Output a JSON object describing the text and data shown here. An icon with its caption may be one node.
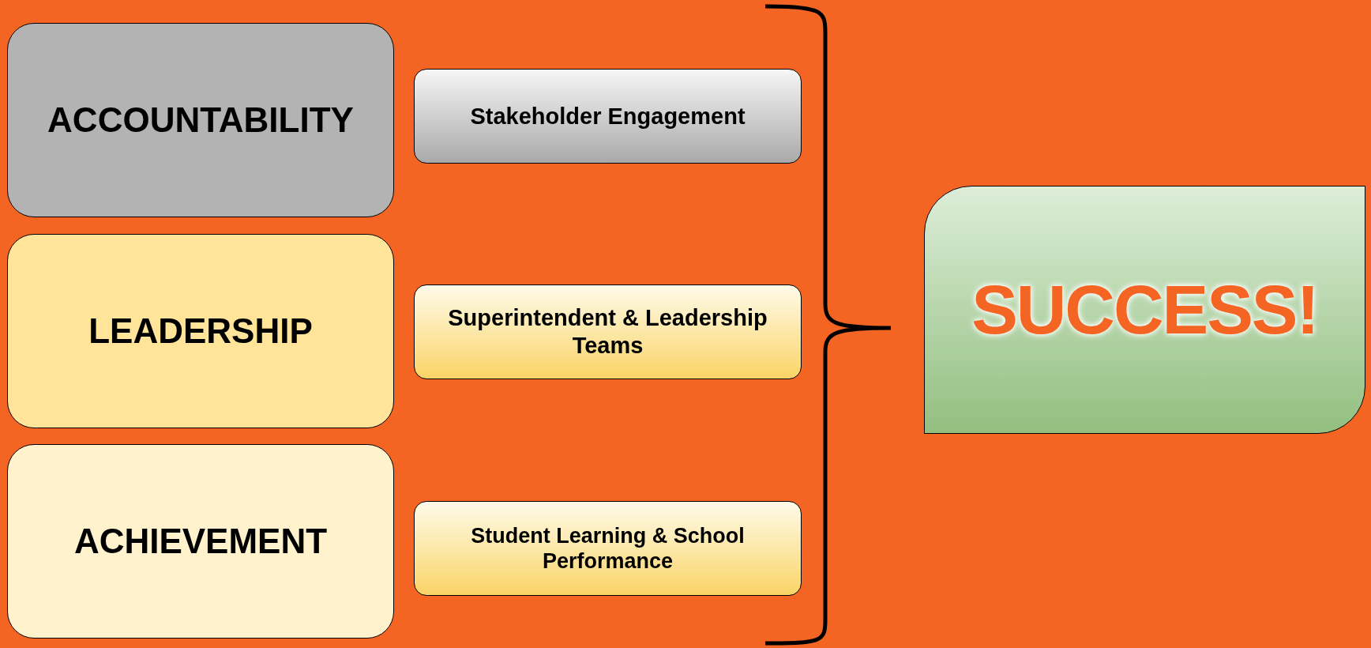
{
  "diagram": {
    "nodes": [
      {
        "text": [
          "ACCOUNTABILITY"
        ]
      },
      {
        "text": [
          "Stakeholder Engagement"
        ]
      },
      {
        "text": [
          "LEADERSHIP"
        ]
      },
      {
        "text": [
          "Superintendent & Leadership Teams"
        ]
      },
      {
        "text": [
          "ACHIEVEMENT"
        ]
      },
      {
        "text": [
          "Student Learning & School Performance"
        ]
      },
      {
        "text": [
          "SUCCESS!"
        ]
      }
    ]
  }
}
